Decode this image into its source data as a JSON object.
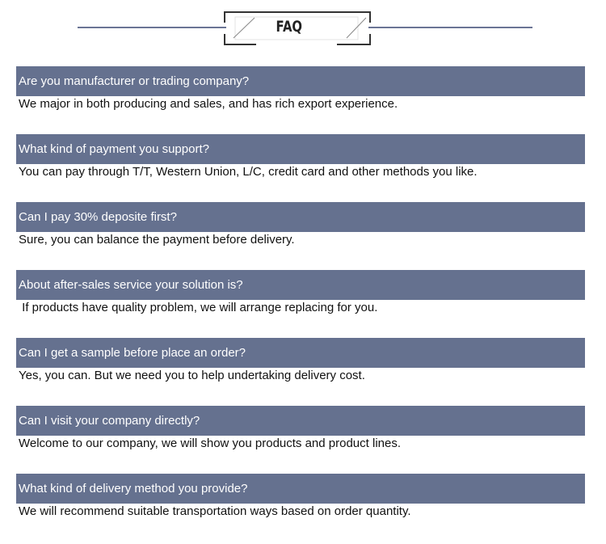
{
  "header": {
    "title": "FAQ",
    "accent_color": "#65718f"
  },
  "faq": [
    {
      "question": "Are you manufacturer or trading company?",
      "answer": "We major in both producing and sales, and has rich export experience."
    },
    {
      "question": "What kind of payment you support?",
      "answer": "You can pay through T/T, Western Union, L/C, credit card and other methods you like."
    },
    {
      "question": "Can I pay 30% deposite first?",
      "answer": "Sure, you can balance the payment before delivery."
    },
    {
      "question": "About after-sales service your solution is?",
      "answer": " If products have quality problem, we will arrange replacing for you."
    },
    {
      "question": "Can I get a sample before place an order?",
      "answer": "Yes, you can. But we need you to help undertaking delivery cost."
    },
    {
      "question": "Can I visit your company directly?",
      "answer": "Welcome to our company, we will show you products and product lines."
    },
    {
      "question": "What kind of delivery method you provide?",
      "answer": "We will recommend suitable transportation ways based on order quantity."
    }
  ]
}
